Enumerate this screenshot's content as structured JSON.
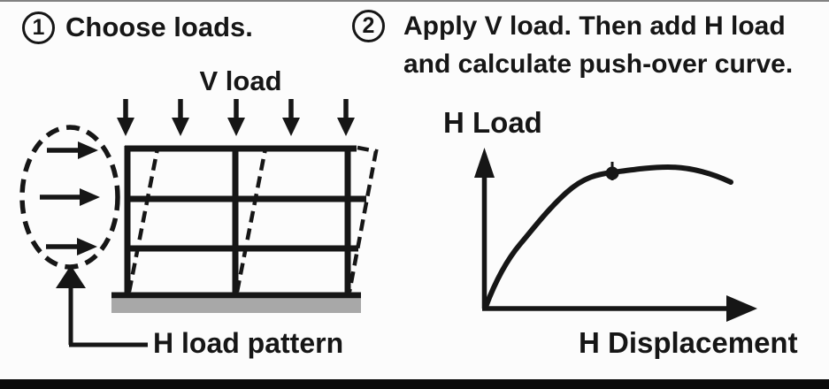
{
  "figure": {
    "type": "push-over-analysis-explainer"
  },
  "colors": {
    "ink": "#161616",
    "ground_gray": "#a8a8a8",
    "background": "#fcfcfc",
    "bottom_bar": "#0b0b0b"
  },
  "step1": {
    "number": "1",
    "title": "Choose loads.",
    "v_load_label": "V load",
    "h_load_pattern_label": "H load pattern"
  },
  "step2": {
    "number": "2",
    "title_line1": "Apply V load. Then add H load",
    "title_line2": "and calculate push-over curve.",
    "graph": {
      "y_axis_label": "H Load",
      "x_axis_label": "H Displacement",
      "curve": "push-over curve rising from origin, peaking, then slightly descending",
      "peak_point_marked": true
    }
  }
}
